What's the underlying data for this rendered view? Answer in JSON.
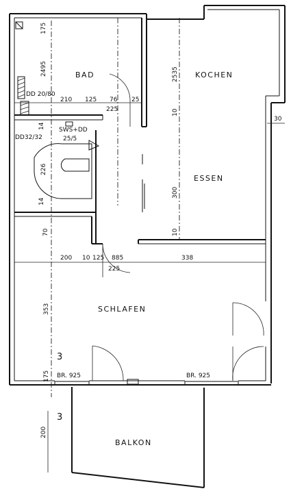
{
  "rooms": {
    "bad": "BAD",
    "kochen": "KOCHEN",
    "essen": "ESSEN",
    "schlafen": "SCHLAFEN",
    "balkon": "BALKON"
  },
  "fixtures": {
    "dd_bad": "DD 20/80",
    "dd_left": "DD32/32",
    "sws_dd": "SWS+DD",
    "sws_dd_size": "25/5"
  },
  "dimensions": {
    "d_175_top": "175",
    "d_2495": "2495",
    "d_210": "210",
    "d_125_bad": "125",
    "d_76": "76",
    "d_225_bad": "225",
    "d_25": "25",
    "d_14_a": "14",
    "d_226": "226",
    "d_14_b": "14",
    "d_70": "70",
    "d_2535": "2535",
    "d_10_a": "10",
    "d_300": "300",
    "d_10_b": "10",
    "d_30": "30",
    "d_200": "200",
    "d_10_c": "10",
    "d_125_c": "125",
    "d_885": "885",
    "d_225_c": "225",
    "d_338": "338",
    "d_353": "353",
    "d_175_bottom": "175",
    "br_left": "BR. 925",
    "br_right": "BR. 925",
    "d_200_balkon": "200",
    "section_top": "3",
    "section_bottom": "3"
  }
}
